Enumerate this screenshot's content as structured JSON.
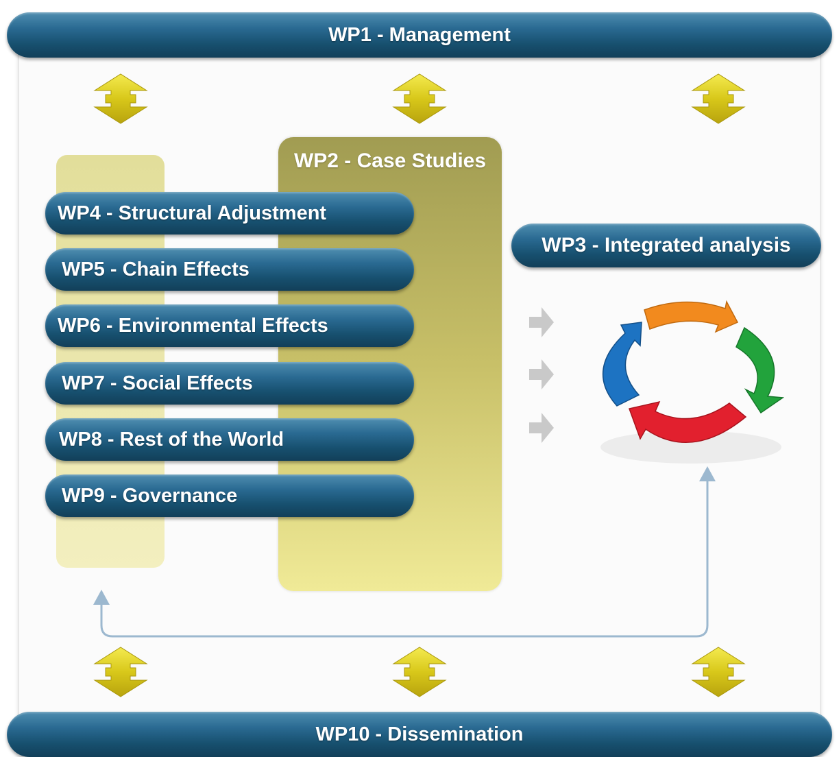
{
  "wp1": "WP1 - Management",
  "wp2": "WP2 - Case Studies",
  "wp3": "WP3 - Integrated analysis",
  "wp10": "WP10 - Dissemination",
  "work_packages": [
    "WP4 - Structural Adjustment",
    "WP5 - Chain Effects",
    "WP6 - Environmental Effects",
    "WP7 - Social Effects",
    "WP8 - Rest of the World",
    "WP9 - Governance"
  ],
  "colors": {
    "bar": "#1f5a7e",
    "double_arrow": "#e0d21a",
    "feedback_line": "#9cb8cf",
    "input_arrow": "#c8c8c8",
    "cycle": [
      "#f28a1e",
      "#22a33c",
      "#e2202e",
      "#1d73c2"
    ]
  },
  "icons": [
    "double-arrow-icon",
    "input-arrow-icon",
    "cycle-icon",
    "feedback-arrow-icon"
  ]
}
